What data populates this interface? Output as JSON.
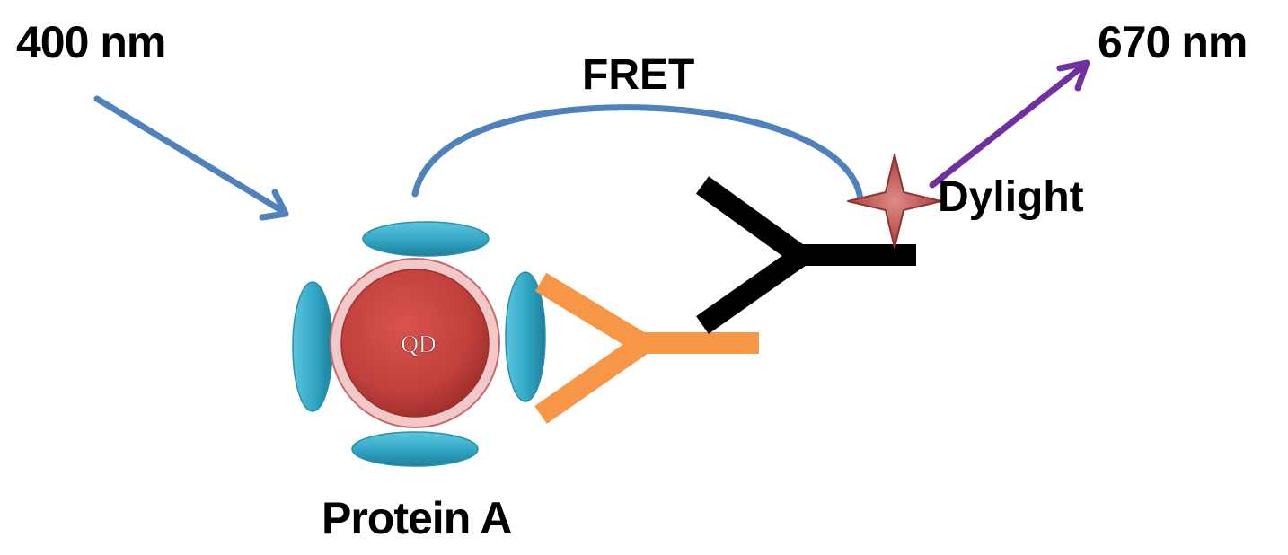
{
  "labels": {
    "excitation_wavelength": "400 nm",
    "emission_wavelength": "670 nm",
    "energy_transfer": "FRET",
    "dye": "Dylight",
    "quantum_dot": "QD",
    "protein": "Protein A"
  },
  "colors": {
    "excitation_arrow": "#4f81bd",
    "fret_arc": "#4f81bd",
    "emission_arrow": "#7030a0",
    "protein_a": "#31a6c4",
    "quantum_dot": "#c0403c",
    "primary_antibody": "#f79646",
    "secondary_antibody": "#000000",
    "dye_star": "#b94a48"
  }
}
